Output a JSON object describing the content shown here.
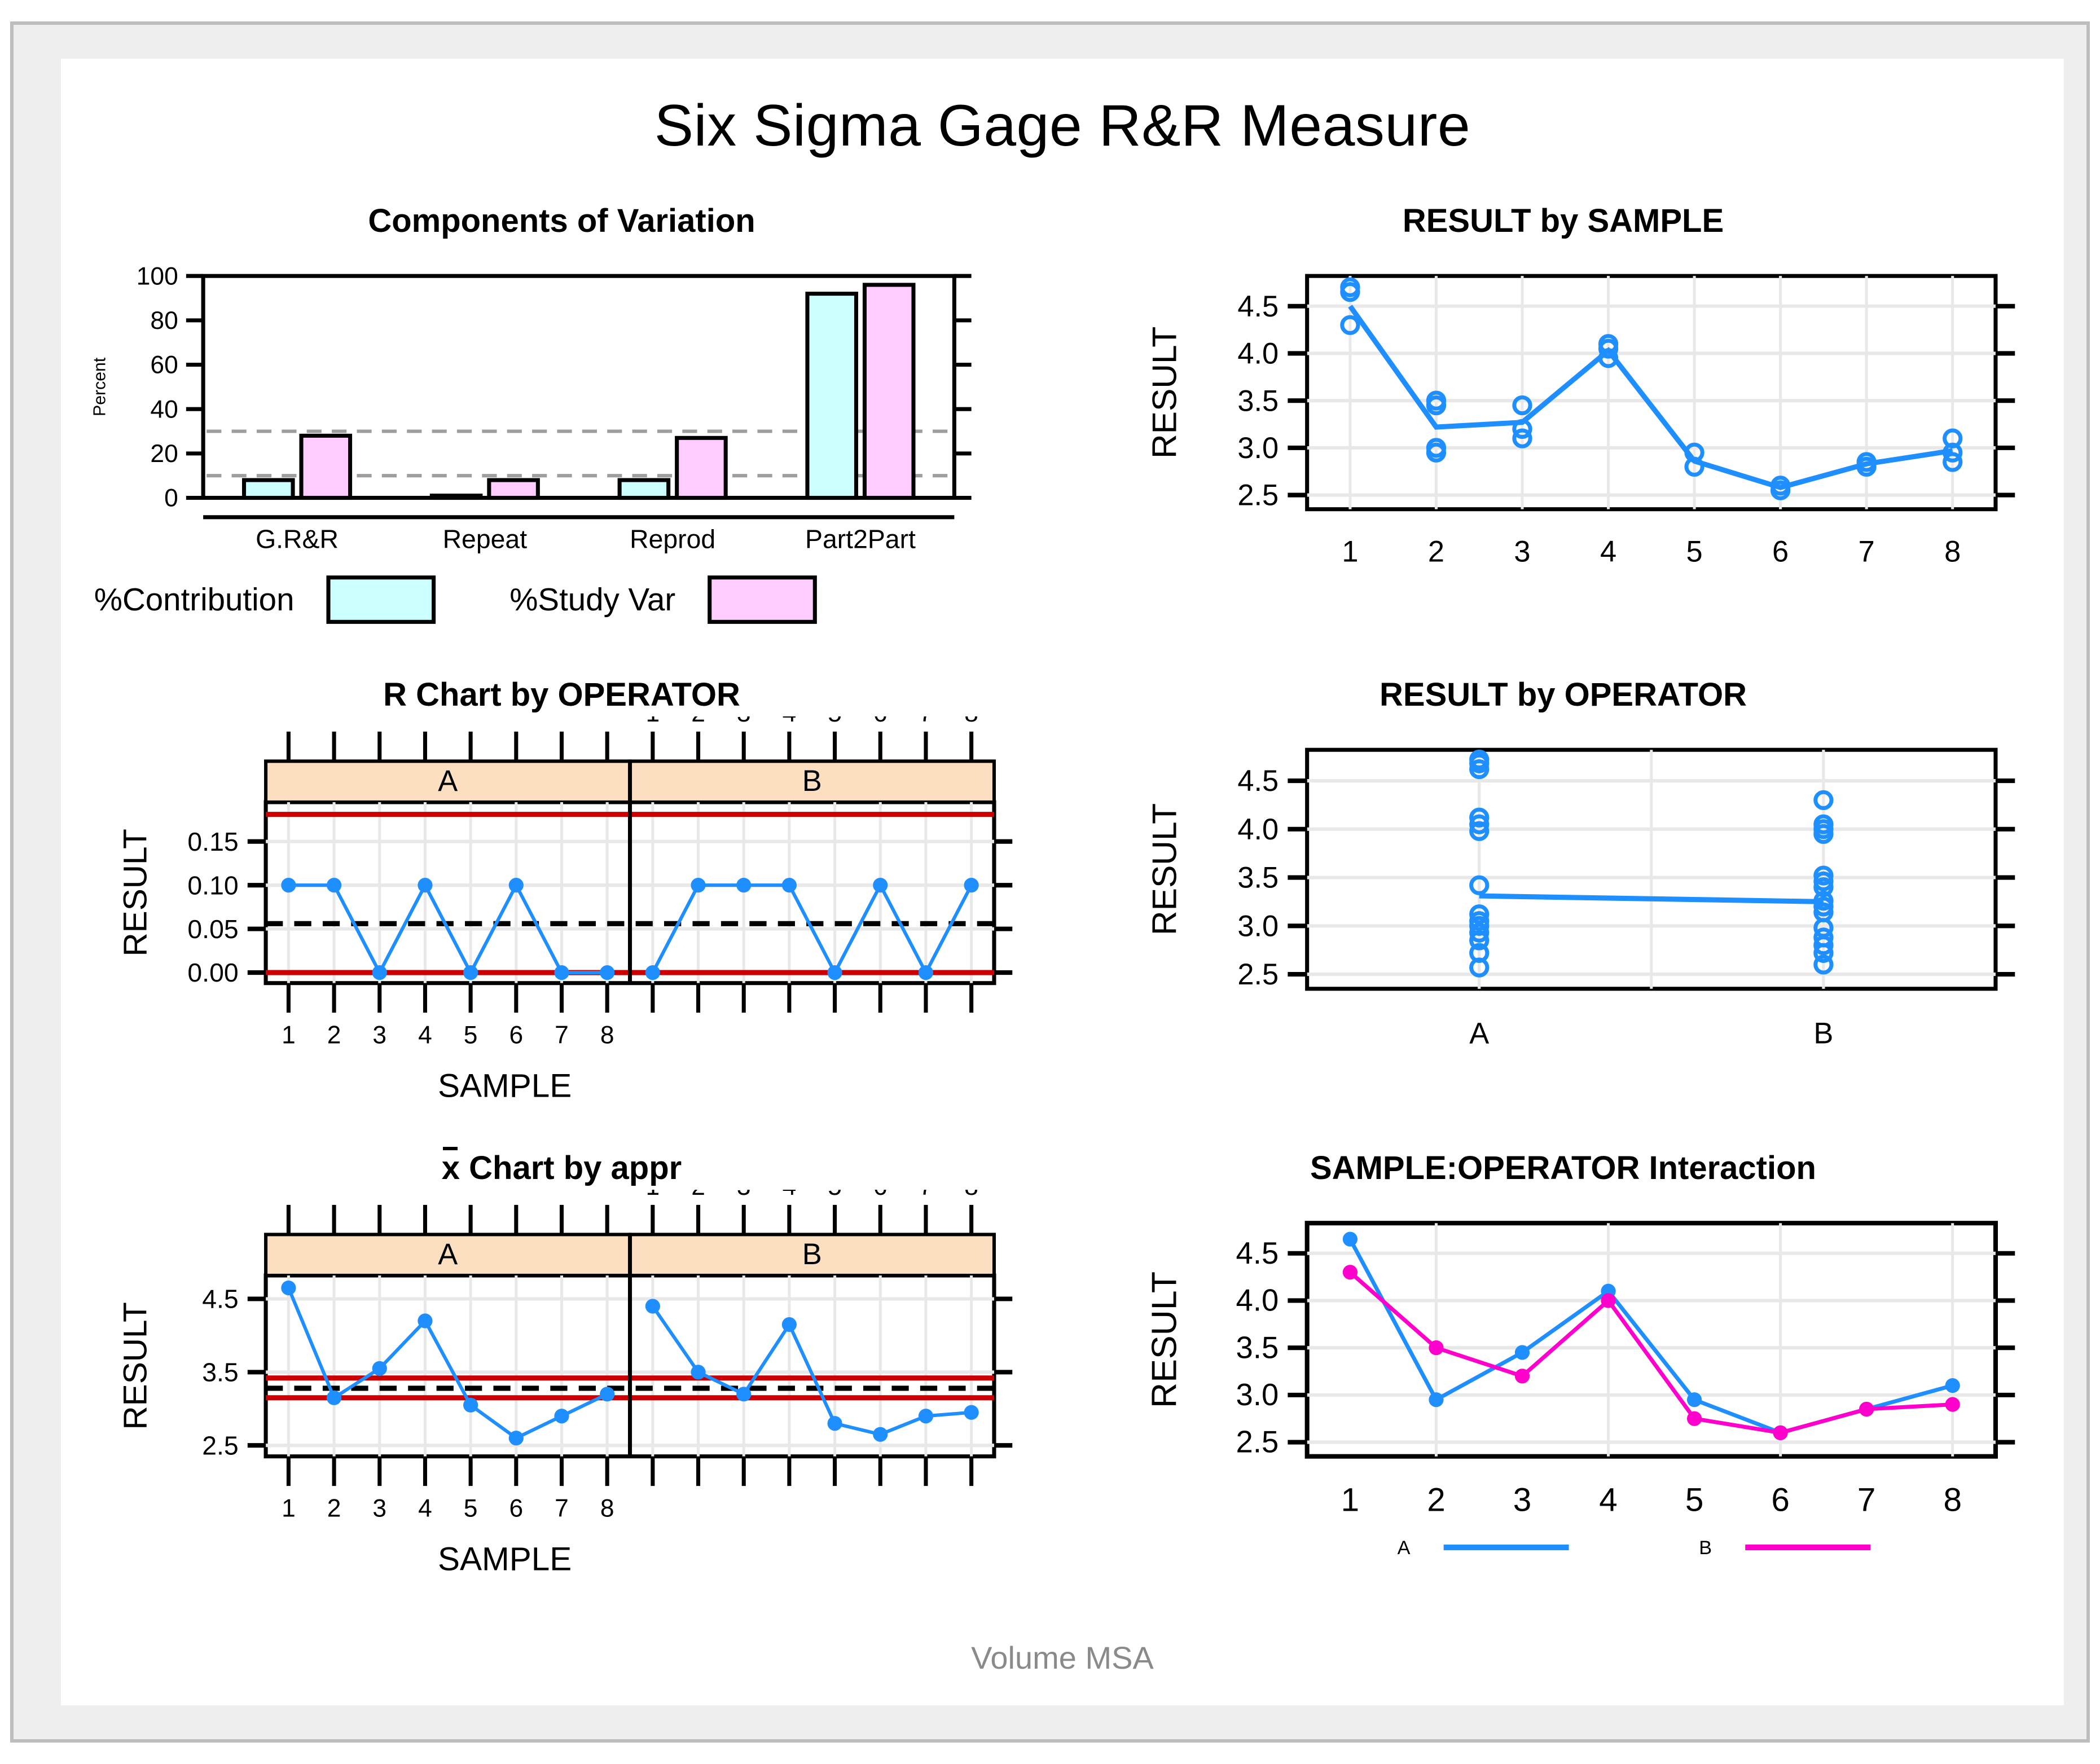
{
  "title": "Six Sigma Gage R&R Measure",
  "caption": "Volume MSA",
  "panels": {
    "components": {
      "title": "Components of Variation"
    },
    "result_by_sample": {
      "title": "RESULT by SAMPLE"
    },
    "r_chart": {
      "title": "R Chart by OPERATOR"
    },
    "result_by_operator": {
      "title": "RESULT by OPERATOR"
    },
    "xbar_chart": {
      "title_prefix": "x",
      "title_rest": " Chart by appr"
    },
    "interaction": {
      "title": "SAMPLE:OPERATOR Interaction"
    }
  },
  "colors": {
    "contribution": "#CCFFFF",
    "study_var": "#FFCCFF",
    "operator_a": "#1f8fff",
    "operator_b": "#ff00cc",
    "control_limit": "#cc0000",
    "strip_bg": "#fbdfc0",
    "grid": "#e8e8e8",
    "caption": "#8a8a8a"
  },
  "chart_data": [
    {
      "id": "components",
      "type": "bar",
      "title": "Components of Variation",
      "xlabel": "",
      "ylabel": "Percent",
      "categories": [
        "G.R&R",
        "Repeat",
        "Reprod",
        "Part2Part"
      ],
      "series": [
        {
          "name": "%Contribution",
          "color": "#CCFFFF",
          "values": [
            8,
            1,
            8,
            92
          ]
        },
        {
          "name": "%Study Var",
          "color": "#FFCCFF",
          "values": [
            28,
            8,
            27,
            96
          ]
        }
      ],
      "ylim": [
        0,
        100
      ],
      "yticks": [
        0,
        20,
        40,
        60,
        80,
        100
      ],
      "reference_lines": [
        10,
        30
      ],
      "legend": [
        {
          "label": "%Contribution",
          "color": "#CCFFFF"
        },
        {
          "label": "%Study Var",
          "color": "#FFCCFF"
        }
      ]
    },
    {
      "id": "result_by_sample",
      "type": "scatter",
      "title": "RESULT by SAMPLE",
      "xlabel": "",
      "ylabel": "RESULT",
      "x": [
        1,
        2,
        3,
        4,
        5,
        6,
        7,
        8
      ],
      "xticklabels": [
        "1",
        "2",
        "3",
        "4",
        "5",
        "6",
        "7",
        "8"
      ],
      "ylim": [
        2.35,
        4.82
      ],
      "yticks": [
        2.5,
        3.0,
        3.5,
        4.0,
        4.5
      ],
      "points": [
        {
          "x": 1,
          "values": [
            4.7,
            4.65,
            4.3
          ]
        },
        {
          "x": 2,
          "values": [
            3.5,
            3.45,
            3.0,
            2.95
          ]
        },
        {
          "x": 3,
          "values": [
            3.45,
            3.2,
            3.1
          ]
        },
        {
          "x": 4,
          "values": [
            4.1,
            4.05,
            3.95
          ]
        },
        {
          "x": 5,
          "values": [
            2.95,
            2.8
          ]
        },
        {
          "x": 6,
          "values": [
            2.6,
            2.55
          ]
        },
        {
          "x": 7,
          "values": [
            2.85,
            2.8
          ]
        },
        {
          "x": 8,
          "values": [
            3.1,
            2.95,
            2.85
          ]
        }
      ],
      "mean_line": [
        4.5,
        3.22,
        3.27,
        4.03,
        2.86,
        2.58,
        2.83,
        2.97
      ]
    },
    {
      "id": "r_chart",
      "type": "line",
      "title": "R Chart by OPERATOR",
      "xlabel": "SAMPLE",
      "ylabel": "RESULT",
      "strips": [
        "A",
        "B"
      ],
      "xticklabels": [
        "1",
        "2",
        "3",
        "4",
        "5",
        "6",
        "7",
        "8"
      ],
      "ylim": [
        -0.012,
        0.195
      ],
      "yticks": [
        0.0,
        0.05,
        0.1,
        0.15
      ],
      "yticklabels": [
        "0.00",
        "0.05",
        "0.10",
        "0.15"
      ],
      "series": [
        {
          "name": "A",
          "values": [
            0.1,
            0.1,
            0.0,
            0.1,
            0.0,
            0.1,
            0.0,
            0.0
          ]
        },
        {
          "name": "B",
          "values": [
            0.0,
            0.1,
            0.1,
            0.1,
            0.0,
            0.1,
            0.0,
            0.1
          ]
        }
      ],
      "center_line": 0.056,
      "ucl": 0.181,
      "lcl": 0.0
    },
    {
      "id": "result_by_operator",
      "type": "scatter",
      "title": "RESULT by OPERATOR",
      "xlabel": "",
      "ylabel": "RESULT",
      "categories": [
        "A",
        "B"
      ],
      "ylim": [
        2.35,
        4.82
      ],
      "yticks": [
        2.5,
        3.0,
        3.5,
        4.0,
        4.5
      ],
      "points": [
        {
          "category": "A",
          "values": [
            4.72,
            4.68,
            4.62,
            4.12,
            4.05,
            3.98,
            3.42,
            3.12,
            3.05,
            3.0,
            2.93,
            2.85,
            2.72,
            2.57
          ]
        },
        {
          "category": "B",
          "values": [
            4.3,
            4.05,
            4.0,
            3.95,
            3.52,
            3.46,
            3.4,
            3.26,
            3.2,
            3.14,
            2.98,
            2.88,
            2.8,
            2.72,
            2.6
          ]
        }
      ],
      "mean_line": [
        3.31,
        3.25
      ]
    },
    {
      "id": "xbar_chart",
      "type": "line",
      "title": "x Chart by appr",
      "xlabel": "SAMPLE",
      "ylabel": "RESULT",
      "strips": [
        "A",
        "B"
      ],
      "xticklabels": [
        "1",
        "2",
        "3",
        "4",
        "5",
        "6",
        "7",
        "8"
      ],
      "ylim": [
        2.35,
        4.82
      ],
      "yticks": [
        2.5,
        3.5,
        4.5
      ],
      "yticklabels": [
        "2.5",
        "3.5",
        "4.5"
      ],
      "series": [
        {
          "name": "A",
          "values": [
            4.65,
            3.15,
            3.55,
            4.2,
            3.05,
            2.6,
            2.9,
            3.2
          ]
        },
        {
          "name": "B",
          "values": [
            4.4,
            3.5,
            3.2,
            4.15,
            2.8,
            2.65,
            2.9,
            2.95
          ]
        }
      ],
      "center_line": 3.28,
      "ucl": 3.42,
      "lcl": 3.15
    },
    {
      "id": "interaction",
      "type": "line",
      "title": "SAMPLE:OPERATOR Interaction",
      "xlabel": "",
      "ylabel": "RESULT",
      "x": [
        1,
        2,
        3,
        4,
        5,
        6,
        7,
        8
      ],
      "xticklabels": [
        "1",
        "2",
        "3",
        "4",
        "5",
        "6",
        "7",
        "8"
      ],
      "ylim": [
        2.35,
        4.82
      ],
      "yticks": [
        2.5,
        3.0,
        3.5,
        4.0,
        4.5
      ],
      "series": [
        {
          "name": "A",
          "color": "#1f8fff",
          "values": [
            4.65,
            2.95,
            3.45,
            4.1,
            2.95,
            2.6,
            2.85,
            3.1
          ]
        },
        {
          "name": "B",
          "color": "#ff00cc",
          "values": [
            4.3,
            3.5,
            3.2,
            4.0,
            2.75,
            2.6,
            2.85,
            2.9
          ]
        }
      ],
      "legend": [
        {
          "label": "A",
          "color": "#1f8fff"
        },
        {
          "label": "B",
          "color": "#ff00cc"
        }
      ]
    }
  ]
}
